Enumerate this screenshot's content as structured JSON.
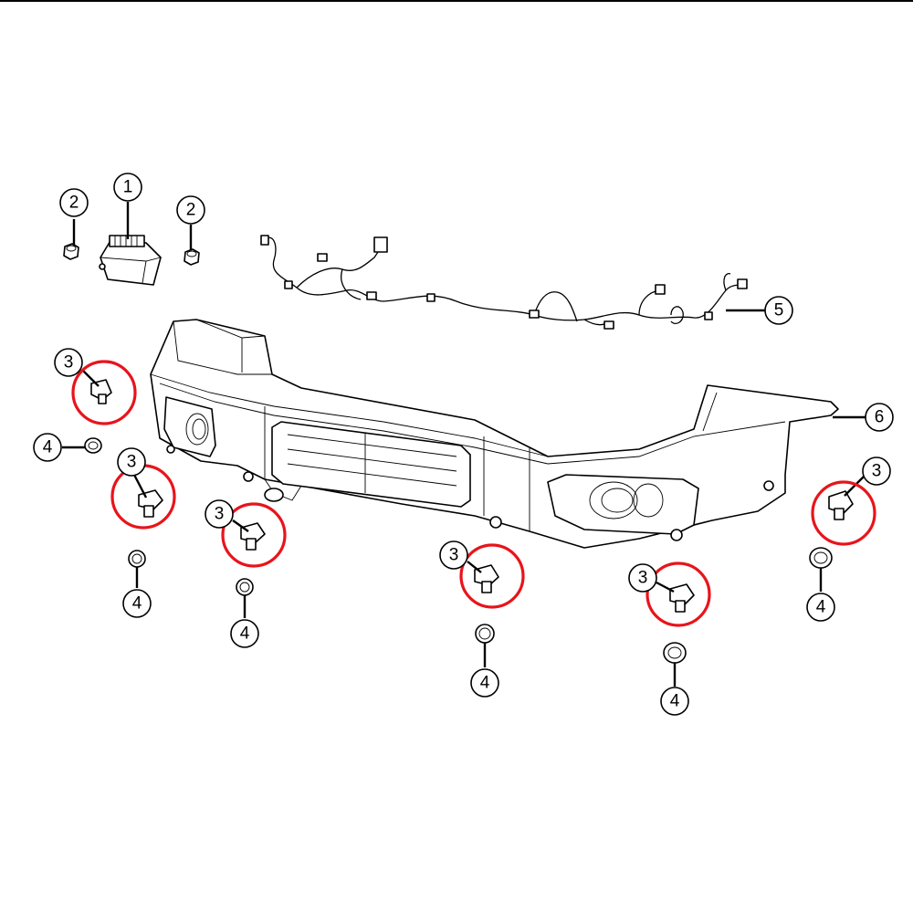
{
  "callout_labels": {
    "module": "1",
    "nut": "2",
    "sensor": "3",
    "bezel": "4",
    "harness": "5",
    "fascia": "6"
  },
  "highlight_color": "#e8141b",
  "line_color": "#000000",
  "background_color": "#ffffff"
}
